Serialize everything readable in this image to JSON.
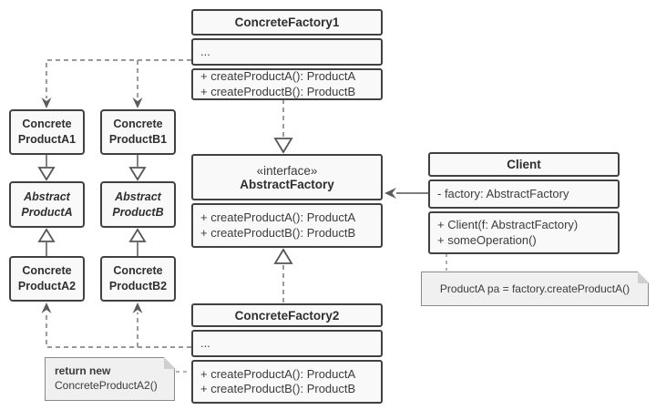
{
  "colors": {
    "background": "#ffffff",
    "box_border": "#414042",
    "box_fill": "#f9f9f9",
    "line_gray": "#8a8a8a",
    "solid_line_gray": "#6c6c6c",
    "arrow_fill": "#5c5c5c",
    "note_fill": "#f0f0f0",
    "note_border": "#8a8a8a",
    "text_dark": "#2f2f30"
  },
  "diagram": {
    "factory1": {
      "title": "ConcreteFactory1",
      "ellipsis": "...",
      "methods": [
        "+ createProductA(): ProductA",
        "+ createProductB(): ProductB"
      ]
    },
    "abstract_factory": {
      "stereotype": "«interface»",
      "title": "AbstractFactory",
      "methods": [
        "+ createProductA(): ProductA",
        "+ createProductB(): ProductB"
      ]
    },
    "client": {
      "title": "Client",
      "attributes": [
        "- factory: AbstractFactory"
      ],
      "methods": [
        "+ Client(f: AbstractFactory)",
        "+ someOperation()"
      ]
    },
    "factory2": {
      "title": "ConcreteFactory2",
      "ellipsis": "...",
      "methods": [
        "+ createProductA(): ProductA",
        "+ createProductB(): ProductB"
      ]
    },
    "product_a1": {
      "line1": "Concrete",
      "line2": "ProductA1"
    },
    "product_b1": {
      "line1": "Concrete",
      "line2": "ProductB1"
    },
    "abstract_a": {
      "line1": "Abstract",
      "line2": "ProductA"
    },
    "abstract_b": {
      "line1": "Abstract",
      "line2": "ProductB"
    },
    "product_a2": {
      "line1": "Concrete",
      "line2": "ProductA2"
    },
    "product_b2": {
      "line1": "Concrete",
      "line2": "ProductB2"
    },
    "note_client": {
      "text": "ProductA pa = factory.createProductA()"
    },
    "note_factory2": {
      "line1_bold": "return new",
      "line2": "ConcreteProductA2()"
    }
  }
}
